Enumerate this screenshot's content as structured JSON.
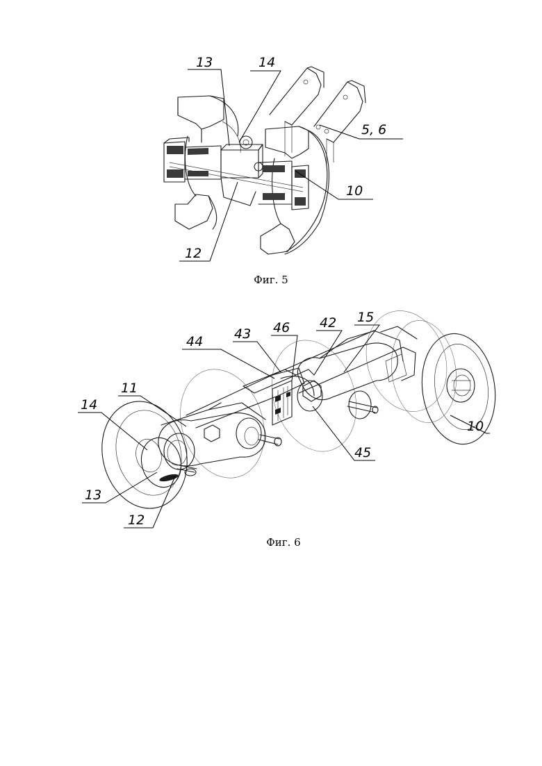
{
  "figures": [
    {
      "caption": "Фиг. 5",
      "labels": [
        "13",
        "14",
        "5, 6",
        "10",
        "12"
      ]
    },
    {
      "caption": "Фиг. 6",
      "labels": [
        "44",
        "43",
        "46",
        "42",
        "15",
        "11",
        "14",
        "10",
        "45",
        "13",
        "12"
      ]
    }
  ]
}
